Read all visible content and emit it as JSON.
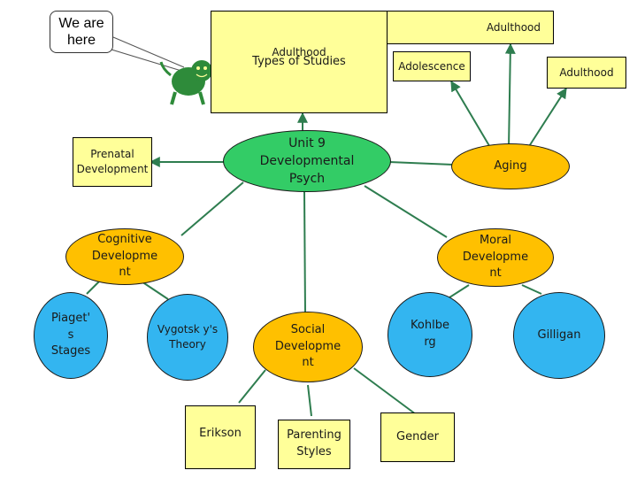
{
  "callout": {
    "text": "We are\nhere"
  },
  "nodes": {
    "adulthood_top": "Adulthood",
    "types_of_studies": "Types of Studies",
    "adolescence": "Adolescence",
    "adulthood_right": "Adulthood",
    "prenatal": "Prenatal\nDevelopment",
    "center": "Unit 9\nDevelopmental\nPsych",
    "aging": "Aging",
    "cognitive": "Cognitive\nDevelopme\nnt",
    "moral": "Moral\nDevelopme\nnt",
    "piaget": "Piaget'\ns\nStages",
    "vygotsky": "Vygotsk\ny's\nTheory",
    "social": "Social\nDevelopme\nnt",
    "kohlberg": "Kohlbe\nrg",
    "gilligan": "Gilligan",
    "erikson": "Erikson",
    "parenting": "Parenting\nStyles",
    "gender": "Gender"
  },
  "colors": {
    "connector": "#2e7d4f",
    "yellow": "#ffff99",
    "orange": "#ffc000",
    "blue": "#33b5f0",
    "green": "#33cc66",
    "mascot": "#2e8b3a"
  }
}
